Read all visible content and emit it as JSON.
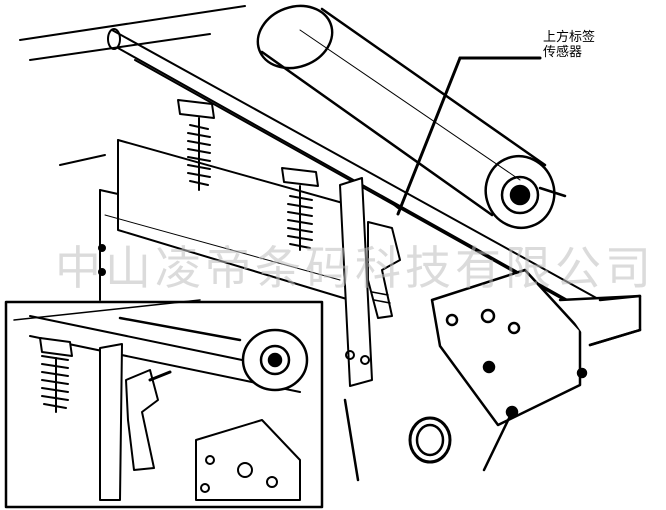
{
  "callout": {
    "line1": "上方标签",
    "line2": "传感器"
  },
  "watermark": {
    "text": "中山凌帝条码科技有限公司"
  },
  "colors": {
    "ink": "#000000",
    "paper": "#ffffff",
    "watermark": "#bebebe"
  }
}
